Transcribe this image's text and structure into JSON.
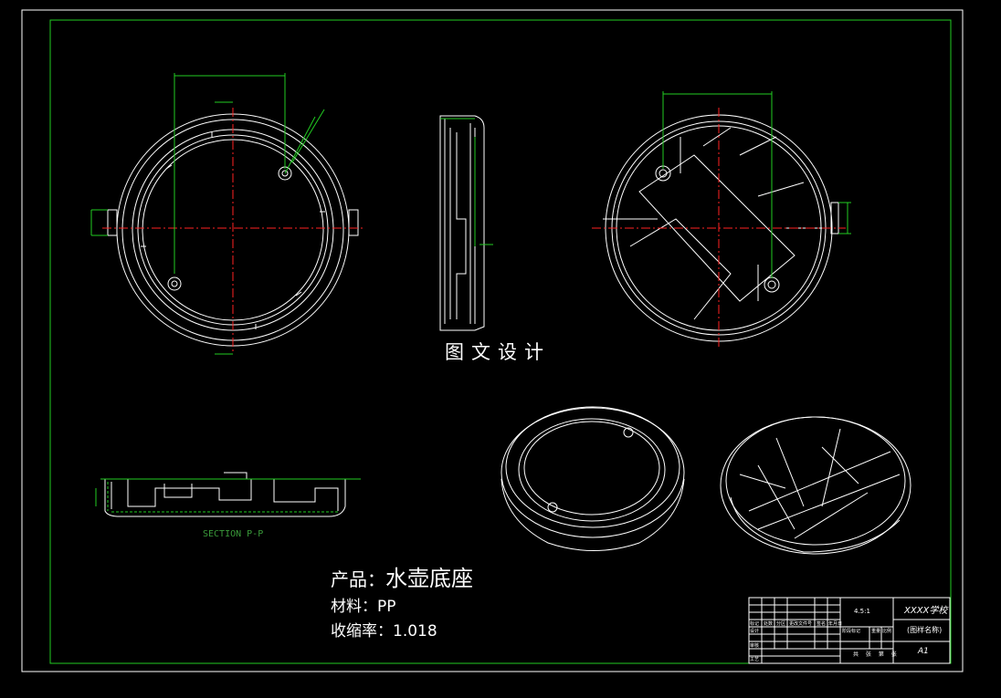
{
  "watermark": "图文设计",
  "section_label": "SECTION P-P",
  "info": {
    "product_label": "产品：",
    "product_value": "水壶底座",
    "material_label": "材料：",
    "material_value": "PP",
    "shrink_label": "收缩率：",
    "shrink_value": "1.018"
  },
  "title_block": {
    "school": "XXXX学校",
    "scale": "4.5:1",
    "drawing_name": "(图样名称)",
    "size": "A1",
    "sheets": "共 张 第 张",
    "row_labels": [
      "标记",
      "设计",
      "审核",
      "工艺"
    ],
    "col_labels": [
      "处数",
      "分区",
      "更改文件号",
      "签名",
      "年月日"
    ],
    "stage_labels": [
      "阶段标记",
      "重量",
      "比例"
    ]
  },
  "colors": {
    "background": "#000000",
    "frame": "#ffffff",
    "inner_frame": "#22cc22",
    "geometry": "#ffffff",
    "centerline": "#ff2222",
    "dimension": "#22cc22"
  }
}
